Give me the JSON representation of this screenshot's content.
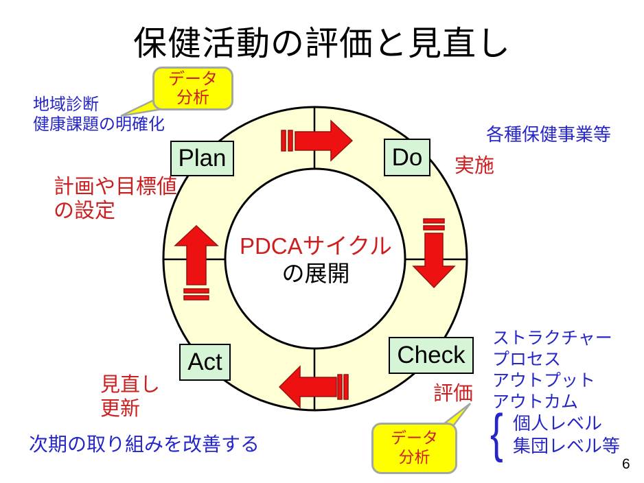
{
  "slide": {
    "title": "保健活動の評価と見直し",
    "page_number": "6"
  },
  "colors": {
    "ring_fill": "#FFFFD6",
    "inner_fill": "#FFFFFF",
    "outline": "#000000",
    "box_fill": "#D6F5D6",
    "callout_fill": "#FFFF00",
    "callout_border": "#A0A8A0",
    "arrow_fill": "#EE1111",
    "arrow_stroke": "#991111",
    "text_blue": "#2626C8",
    "text_red": "#CC2020"
  },
  "cycle": {
    "center_line1": "PDCAサイクル",
    "center_line2": "の展開",
    "boxes": {
      "plan": "Plan",
      "do": "Do",
      "check": "Check",
      "act": "Act"
    }
  },
  "callouts": {
    "top": {
      "line1": "データ",
      "line2": "分析"
    },
    "bottom": {
      "line1": "データ",
      "line2": "分析"
    }
  },
  "notes": {
    "plan_blue_line1": "地域診断",
    "plan_blue_line2": "健康課題の明確化",
    "plan_red_line1": "計画や目標値",
    "plan_red_line2": "の設定",
    "do_blue": "各種保健事業等",
    "do_red": "実施",
    "check_blue": [
      "ストラクチャー",
      "プロセス",
      "アウトプット",
      "アウトカム"
    ],
    "check_red": "評価",
    "levels_brace": "{",
    "levels": [
      "個人レベル",
      "集団レベル等"
    ],
    "act_red_line1": "見直し",
    "act_red_line2": "更新",
    "act_blue": "次期の取り組みを改善する"
  }
}
